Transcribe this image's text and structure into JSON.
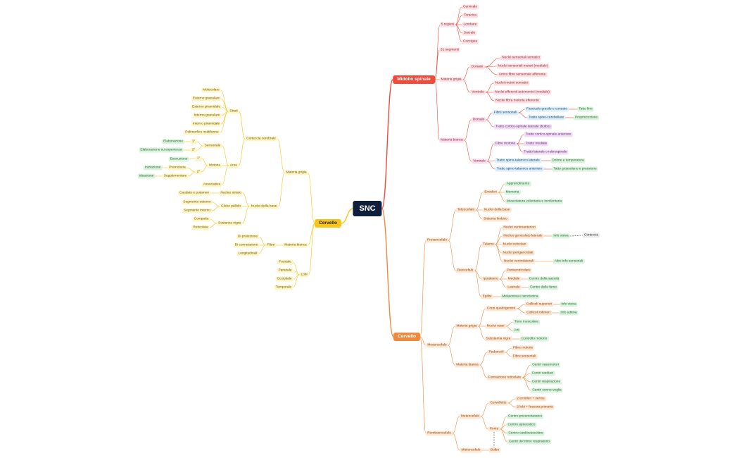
{
  "colors": {
    "root": "#0f1e3b",
    "red": "#ee4b3b",
    "orange": "#f0883e",
    "yellow": "#f5c518",
    "green": "#5cbf6a",
    "purple": "#b64ec9",
    "blue": "#5aa0d6"
  },
  "root": "SNC",
  "branches": {
    "midollo": {
      "title": "Midollo spinale",
      "regioni": "5 regioni",
      "regioni_list": [
        "Cervicale",
        "Toracica",
        "Lombare",
        "Sacrale",
        "Coccigea"
      ],
      "segmenti": "31 segmenti",
      "grigia": "Materia grigia",
      "grigia_dorsale": "Dorsale",
      "grigia_dorsale_list": [
        "Nuclei sensoriali somatici",
        "Nuclei sensoriali motori (mediale)",
        "Arrivo fibre sensoriale afferente"
      ],
      "grigia_ventrale": "Ventrale",
      "grigia_ventrale_list": [
        "Nuclei motori somatici",
        "Nuclei efferenti autonomici (mediale)",
        "Nuclei fibra motoria efferente"
      ],
      "bianca": "Materia bianca",
      "bianca_dorsale": "Dorsale",
      "fibre_sensoriali": "Fibre sensoriali",
      "fascicolo": "Fascicolo gracile e cuneato",
      "tatto": "Tatto fine",
      "spinocerebellare": "Tratto spino-cerebellare",
      "propriocezione": "Propriocezione",
      "corticospinale_lat": "Tratto cortico-spinale laterale (bulbo)",
      "bianca_ventrale": "Ventrale",
      "fibre_motorie": "Fibre motorie",
      "fibre_motorie_list": [
        "Tratto cortico-spinale anteriore",
        "Tratto mediale",
        "Tratto laterale o rubrospinale"
      ],
      "spinotal_lat": "Tratto spino-talamico laterale",
      "dolore": "Dolore e temperatura",
      "spinotal_ant": "Tratto spino-talamico anteriore",
      "tatto_gross": "Tatto grossolano e pressione"
    },
    "cervello_o": {
      "title": "Cervello",
      "prosencefalo": "Prosencefalo",
      "telencefalo": "Telencefalo",
      "emisferi": "Emisferi",
      "emisferi_list": [
        "Apprendimento",
        "Memoria",
        "Muscolatura volontaria e involontaria"
      ],
      "nuclei_base": "Nuclei della base",
      "limbico": "Sistema limbico",
      "diencefalo": "Diencefalo",
      "talamo": "Talamo",
      "ventroant": "Nuclei ventroanteriori",
      "genicolato": "Nucleo genicolato laterale",
      "info_visiva": "Info visiva",
      "corteccia": "Corteccia",
      "reticolari": "Nuclei reticolari",
      "periganc": "Nuclei periganciolati",
      "ventrolat": "Nuclei ventrolaterali",
      "altre_info": "Altre info sensoriali",
      "ipotalamo": "Ipotalamo",
      "periventr": "Periventricolare",
      "mediale": "Mediale",
      "sazieta": "Centro della sazietà",
      "laterale": "Laterale",
      "fame": "Centro della fame",
      "epifisi": "Epifisi",
      "melatonina": "Melatonina e serotonina",
      "mesencefalo": "Mesencefalo",
      "mes_grigia": "Materia grigia",
      "quadrigemini": "Corpi quadrigemini",
      "coll_sup": "Collicoli superiori",
      "info_vis2": "Info visiva",
      "coll_inf": "Collicoli inferiori",
      "info_udit": "Info uditiva",
      "nuclei_rossi": "Nuclei rossi",
      "tono": "Tono muscolare",
      "arti": "Arti",
      "substantia": "Substantia nigra",
      "controllo_mot": "Controllo motorio",
      "mes_bianca": "Materia bianca",
      "peduncoli": "Peduncoli",
      "fib_mot": "Fibre motorie",
      "fib_sens": "Fibre sensoriali",
      "formazione": "Formazione reticolare",
      "formazione_list": [
        "Centri vasomotori",
        "Centri cardiaci",
        "Centri respirazione",
        "Centri sonno-veglia"
      ],
      "romboencefalo": "Romboencefalo",
      "metencefalo": "Metencefalo",
      "cervelletto": "Cervelletto",
      "emisferi_verme": "2 emisferi + verme",
      "lobi_fessura": "2 lobi + fessura primaria",
      "ponte": "Ponte",
      "ponte_list": [
        "Centro pneumotassico",
        "Centro apneustico",
        "Centro cardiovascolare",
        "Centri del ritmo respiratorio"
      ],
      "mielencefalo": "Mielencefalo",
      "bulbo": "Bulbo"
    },
    "cervello_y": {
      "title": "Cervello",
      "grigia": "Materia grigia",
      "corteccia": "Corteccia cerebrale",
      "strati": "Strati",
      "strati_list": [
        "Molecolare",
        "Esterno granulare",
        "Esterno piramidale",
        "Interno granulare",
        "Interno piramidale",
        "Polimorfico multiforme"
      ],
      "aree": "Aree",
      "sensoriale": "Sensoriale",
      "elaborazione": "Elaborazione",
      "p1": "1°",
      "p2": "2°",
      "elab_esp": "Elaborazione su esperienza",
      "motoria": "Motoria",
      "esecuzione": "Esecuzione",
      "m1": "1°",
      "m2": "2°",
      "premotoria": "Premotoria",
      "iniziazione": "Iniziazione",
      "supplementare": "Supplementare",
      "ideazione": "Ideazione",
      "associativa": "Associativa",
      "nuclei_base": "Nuclei della base",
      "nucleo_striato": "Nucleo striato",
      "caudato": "Caudato e putamen",
      "globo": "Globo pallido",
      "seg_est": "Segmento esterno",
      "seg_int": "Segmento interno",
      "sost_nigra": "Sostanza nigra",
      "compatta": "Compatta",
      "reticolata": "Reticolata",
      "bianca": "Materia bianca",
      "fibre": "Fibre",
      "fibre_list": [
        "Di proiezione",
        "Di connessione",
        "Longitudinali"
      ],
      "lobi": "Lobi",
      "lobi_list": [
        "Frontale",
        "Parietale",
        "Occipitale",
        "Temporale"
      ]
    }
  }
}
